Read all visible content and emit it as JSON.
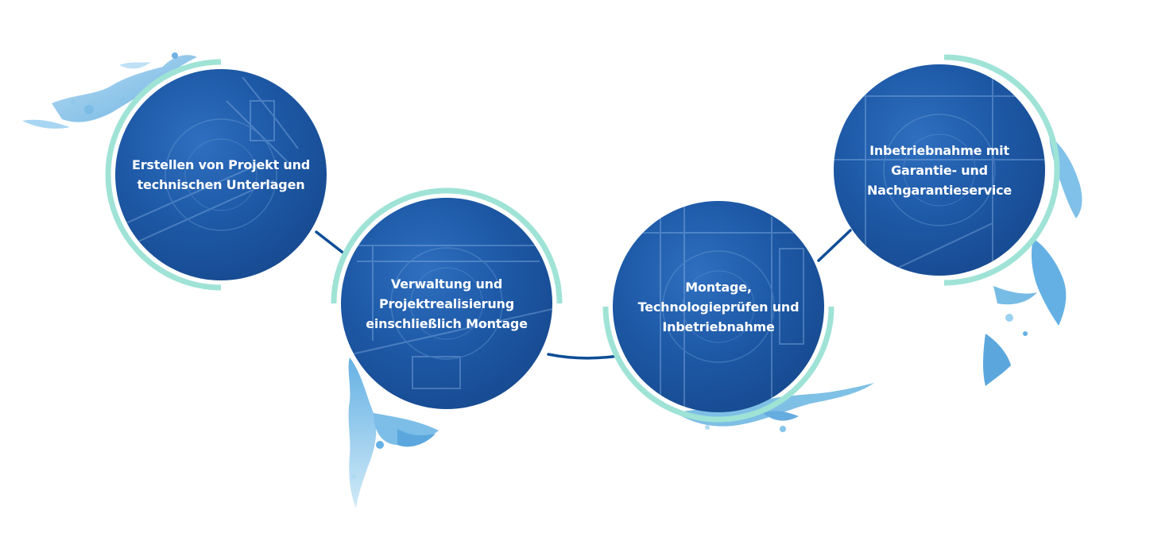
{
  "diagram": {
    "steps": [
      {
        "label": "Erstellen von Projekt und technischen Unterlagen"
      },
      {
        "label": "Verwaltung und Projektrealisierung einschließlich Montage"
      },
      {
        "label": "Montage, Technologieprüfen und Inbetriebnahme"
      },
      {
        "label": "Inbetriebnahme mit Garantie- und Nachgarantieservice"
      }
    ],
    "colors": {
      "circle_fill": "#1e5aa8",
      "ring": "#9fe3d6",
      "connector": "#0d4d96",
      "watercolor": "#5fb0e0",
      "text": "#ffffff"
    }
  }
}
